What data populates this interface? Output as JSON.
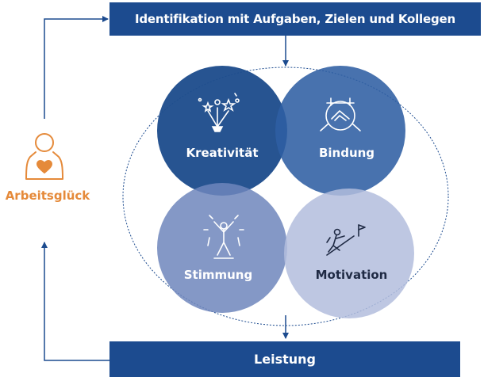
{
  "top_banner": {
    "label": "Identifikation mit Aufgaben, Zielen und Kollegen"
  },
  "bottom_banner": {
    "label": "Leistung"
  },
  "person": {
    "label": "Arbeitsglück",
    "icon": "person-heart-icon"
  },
  "circles": [
    {
      "label": "Kreativität",
      "icon": "fireworks-icon",
      "color": "#1e4d8c"
    },
    {
      "label": "Bindung",
      "icon": "hands-together-icon",
      "color": "#2f5ea3"
    },
    {
      "label": "Stimmung",
      "icon": "celebrating-person-icon",
      "color": "#6f86bc"
    },
    {
      "label": "Motivation",
      "icon": "climber-flag-icon",
      "color": "#b3bddd"
    }
  ],
  "colors": {
    "primary": "#1c4b8f",
    "accent": "#e58a3a",
    "text_dark": "#1f2a44"
  }
}
